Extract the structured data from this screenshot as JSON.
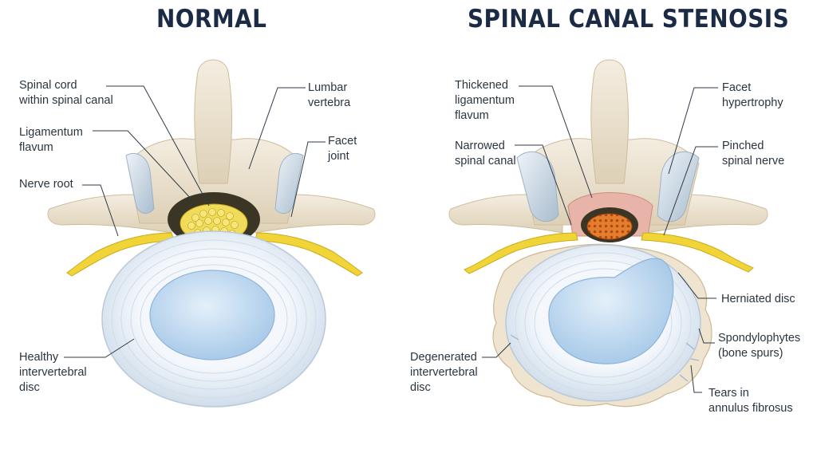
{
  "titles": {
    "normal": "NORMAL",
    "stenosis": "SPINAL CANAL STENOSIS"
  },
  "normal_labels": {
    "spinal_cord": "Spinal cord\nwithin spinal canal",
    "lumbar_vertebra": "Lumbar\nvertebra",
    "ligamentum_flavum": "Ligamentum\nflavum",
    "facet_joint": "Facet\njoint",
    "nerve_root": "Nerve root",
    "healthy_disc": "Healthy\nintervertebral\ndisc"
  },
  "stenosis_labels": {
    "thickened_ligamentum": "Thickened\nligamentum\nflavum",
    "facet_hypertrophy": "Facet\nhypertrophy",
    "narrowed_canal": "Narrowed\nspinal canal",
    "pinched_nerve": "Pinched\nspinal nerve",
    "herniated_disc": "Herniated disc",
    "spondylophytes": "Spondylophytes\n(bone spurs)",
    "degenerated_disc": "Degenerated\nintervertebral\ndisc",
    "tears_annulus": "Tears in\nannulus fibrosus"
  },
  "colors": {
    "title": "#1c2b45",
    "bone": "#ece3d2",
    "bone_shadow": "#d6c8ad",
    "cartilage": "#c9d6e2",
    "nerve": "#f1d437",
    "canal_dark": "#3a3524",
    "disc_ring": "#e8eff6",
    "nucleus": "#b9d3ec",
    "inflamed": "#e98a3a",
    "thickened": "#e8b3a8"
  }
}
